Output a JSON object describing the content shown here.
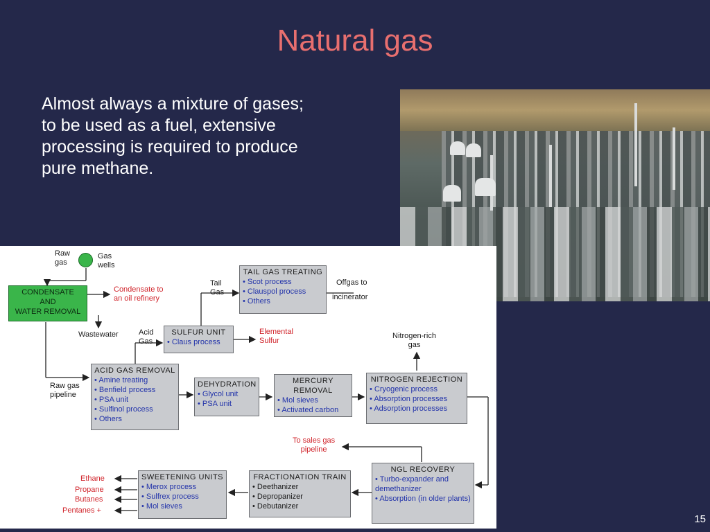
{
  "slide": {
    "title": "Natural gas",
    "body": "Almost always a mixture of gases;\nto be used as a fuel, extensive\nprocessing is required to produce\npure methane.",
    "page_number": "15"
  },
  "colors": {
    "background": "#24284a",
    "title": "#e86f6f",
    "diagram_green": "#3ab54a",
    "diagram_box": "#c9cbcf",
    "diagram_blue_text": "#2233aa",
    "diagram_red_text": "#d0232a"
  },
  "diagram": {
    "labels": {
      "raw_gas": "Raw\ngas",
      "gas_wells": "Gas\nwells",
      "condensate_to_refinery": "Condensate to\nan oil refinery",
      "tail_gas": "Tail\nGas",
      "offgas": "Offgas to",
      "incinerator": "incinerator",
      "wastewater": "Wastewater",
      "acid_gas": "Acid\nGas",
      "elemental_sulfur": "Elemental\nSulfur",
      "nitrogen_rich_gas": "Nitrogen-rich\ngas",
      "raw_gas_pipeline": "Raw gas\npipeline",
      "to_sales_gas": "To sales gas\npipeline",
      "ethane": "Ethane",
      "propane": "Propane",
      "butanes": "Butanes",
      "pentanes": "Pentanes +"
    },
    "boxes": {
      "condensate": {
        "title": "CONDENSATE\nAND\nWATER REMOVAL"
      },
      "tail_gas_treating": {
        "title": "TAIL GAS TREATING",
        "items": [
          "Scot process",
          "Clauspol process",
          "Others"
        ]
      },
      "sulfur_unit": {
        "title": "SULFUR UNIT",
        "items": [
          "Claus process"
        ]
      },
      "acid_gas_removal": {
        "title": "ACID GAS REMOVAL",
        "items": [
          "Amine treating",
          "Benfield process",
          "PSA unit",
          "Sulfinol process",
          "Others"
        ]
      },
      "dehydration": {
        "title": "DEHYDRATION",
        "items": [
          "Glycol unit",
          "PSA unit"
        ]
      },
      "mercury_removal": {
        "title": "MERCURY\nREMOVAL",
        "items": [
          "Mol sieves",
          "Activated carbon"
        ]
      },
      "nitrogen_rejection": {
        "title": "NITROGEN REJECTION",
        "items": [
          "Cryogenic process",
          "Absorption processes",
          "Adsorption processes"
        ]
      },
      "ngl_recovery": {
        "title": "NGL RECOVERY",
        "items": [
          "Turbo-expander and demethanizer",
          "Absorption (in older plants)"
        ]
      },
      "fractionation_train": {
        "title": "FRACTIONATION TRAIN",
        "items": [
          "Deethanizer",
          "Depropanizer",
          "Debutanizer"
        ]
      },
      "sweetening_units": {
        "title": "SWEETENING UNITS",
        "items": [
          "Merox process",
          "Sulfrex process",
          "Mol sieves"
        ]
      }
    }
  }
}
